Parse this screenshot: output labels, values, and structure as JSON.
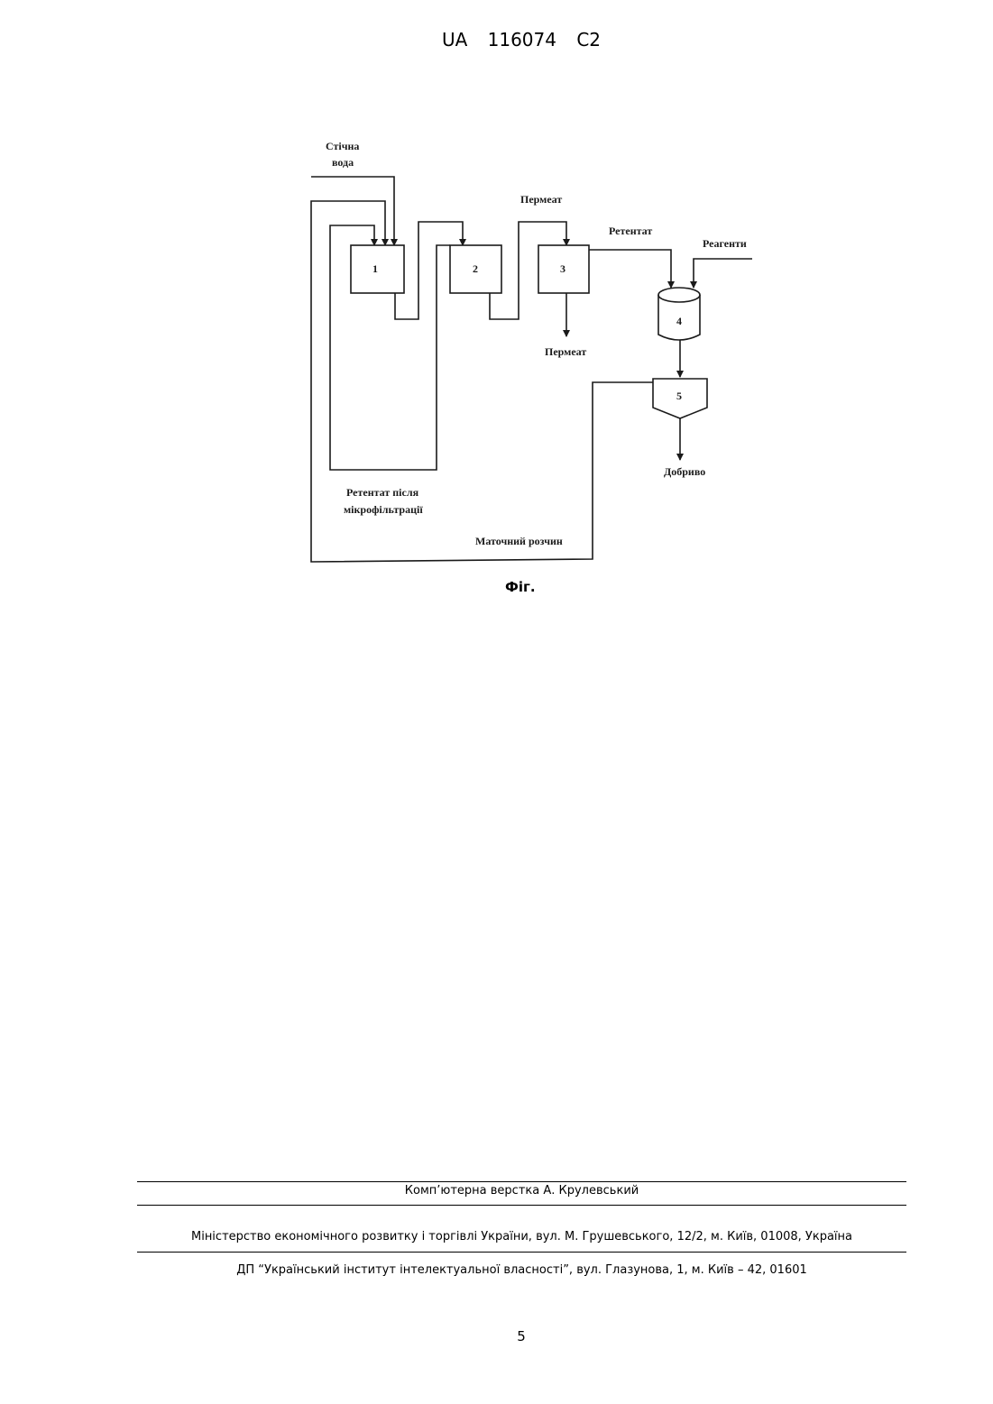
{
  "header": {
    "country": "UA",
    "number": "116074",
    "kind": "C2"
  },
  "figure": {
    "labels": {
      "wastewater": [
        "Стічна",
        "вода"
      ],
      "permeate_top": "Пермеат",
      "retentate": "Ретентат",
      "reagents": "Реагенти",
      "permeate_bottom": "Пермеат",
      "fertilizer": "Добриво",
      "retentate_after": [
        "Ретентат після",
        "мікрофільтрації"
      ],
      "mother_liquor": "Маточний розчин"
    },
    "units": [
      "1",
      "2",
      "3",
      "4",
      "5"
    ],
    "caption": "Фіг."
  },
  "footer": {
    "layout_credit": "Комп’ютерна верстка А. Крулевський",
    "ministry": "Міністерство економічного розвитку і торгівлі України, вул. М. Грушевського, 12/2, м. Київ, 01008, Україна",
    "institute": "ДП “Український інститут інтелектуальної власності”, вул. Глазунова, 1, м. Київ – 42, 01601"
  },
  "page_number": "5"
}
